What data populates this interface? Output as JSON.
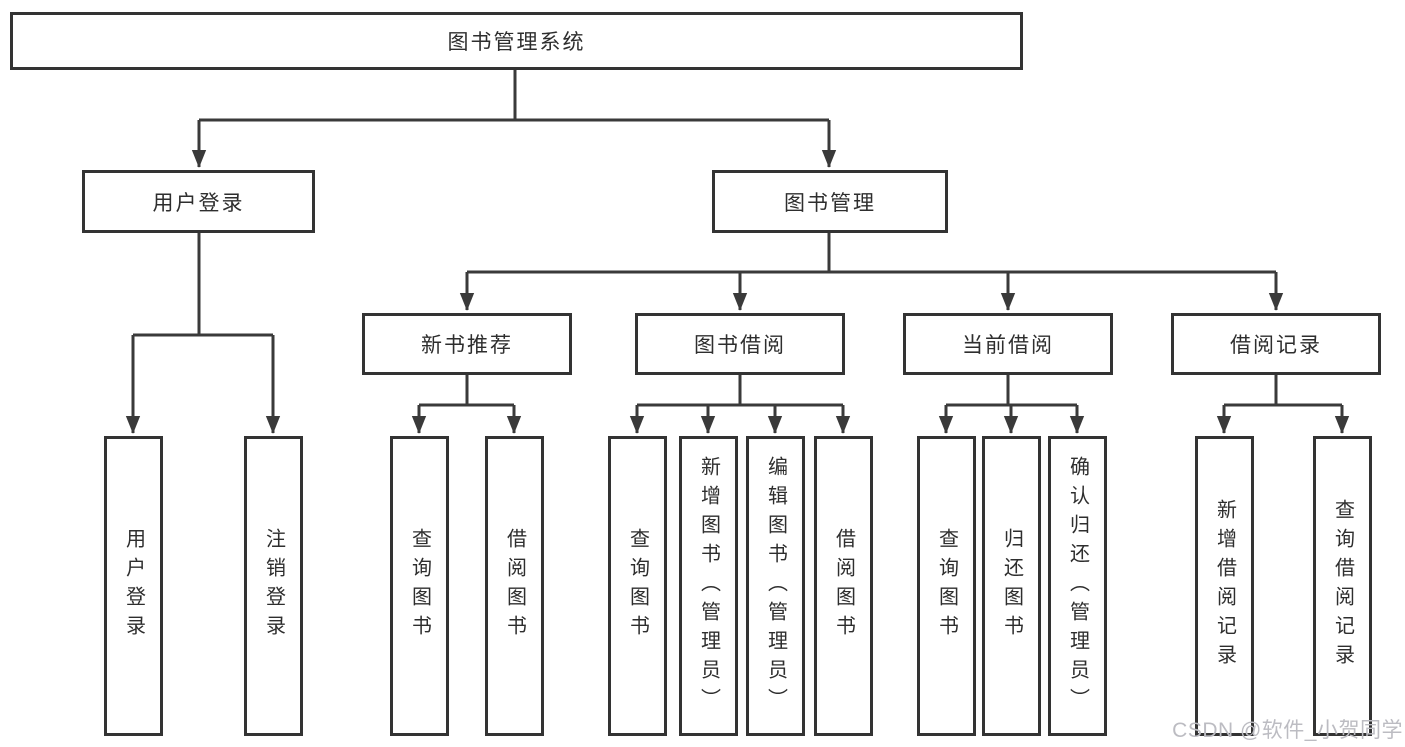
{
  "diagram": {
    "type": "tree",
    "root": {
      "label": "图书管理系统"
    },
    "children": [
      {
        "label": "用户登录",
        "children": [
          {
            "label": "用户登录"
          },
          {
            "label": "注销登录"
          }
        ]
      },
      {
        "label": "图书管理",
        "children": [
          {
            "label": "新书推荐",
            "children": [
              {
                "label": "查询图书"
              },
              {
                "label": "借阅图书"
              }
            ]
          },
          {
            "label": "图书借阅",
            "children": [
              {
                "label": "查询图书"
              },
              {
                "label": "新增图书（管理员）"
              },
              {
                "label": "编辑图书（管理员）"
              },
              {
                "label": "借阅图书"
              }
            ]
          },
          {
            "label": "当前借阅",
            "children": [
              {
                "label": "查询图书"
              },
              {
                "label": "归还图书"
              },
              {
                "label": "确认归还（管理员）"
              }
            ]
          },
          {
            "label": "借阅记录",
            "children": [
              {
                "label": "新增借阅记录"
              },
              {
                "label": "查询借阅记录"
              }
            ]
          }
        ]
      }
    ]
  },
  "watermark": {
    "text": "CSDN @软件_小贺同学"
  },
  "colors": {
    "line": "#3a3a3a",
    "box_border": "#333333",
    "text": "#2e2e2e",
    "watermark": "#bcbcc2",
    "background": "#ffffff"
  }
}
